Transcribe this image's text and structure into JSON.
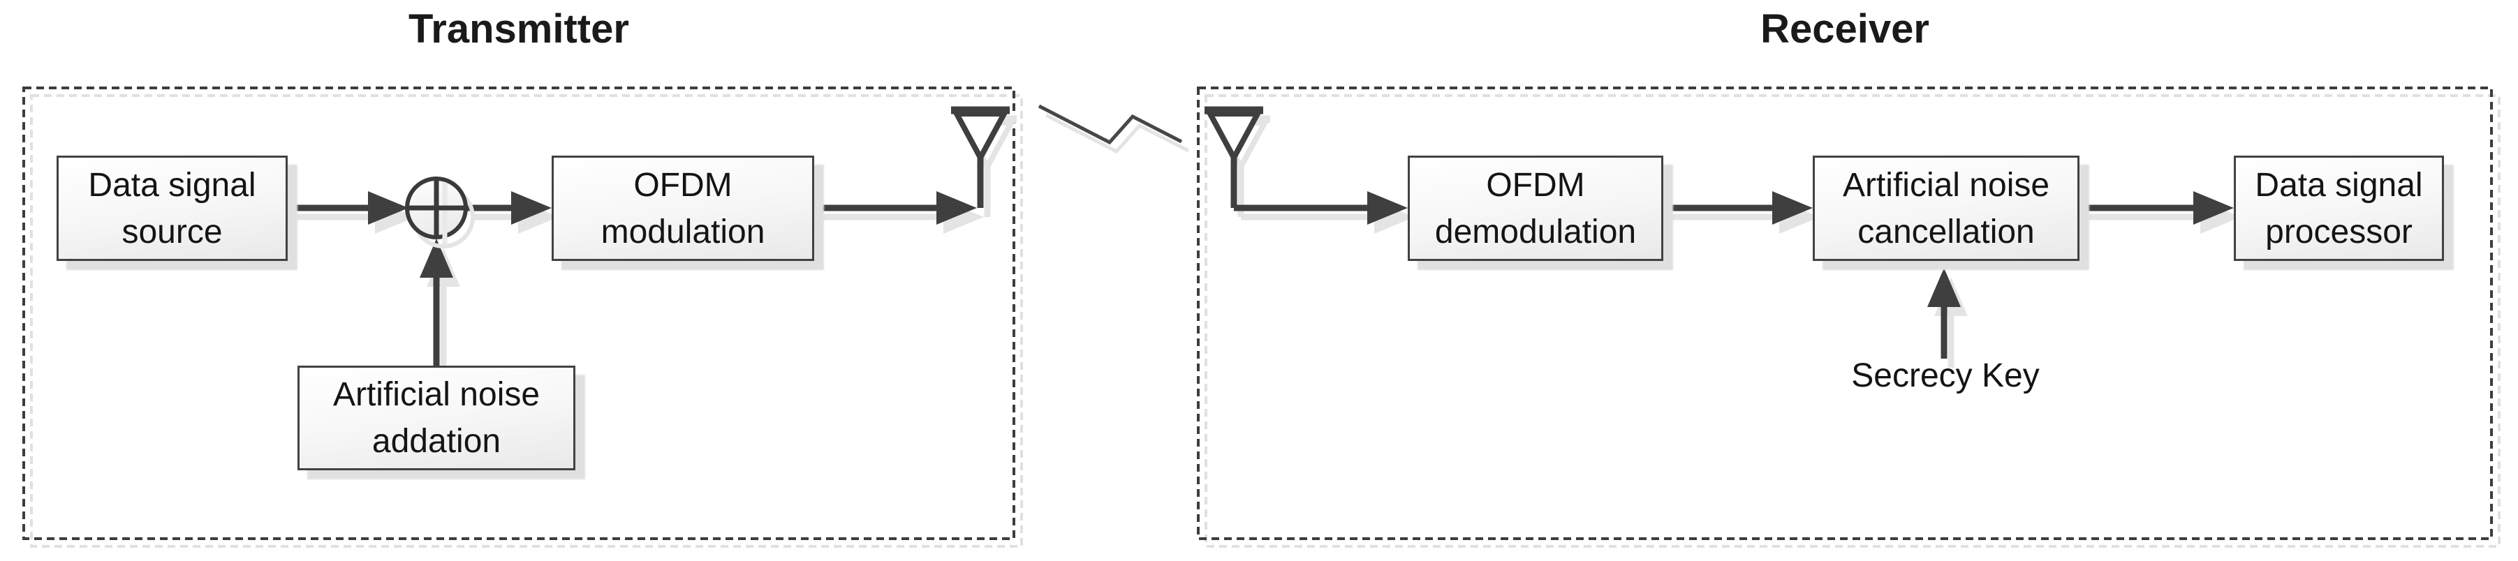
{
  "titles": {
    "transmitter": "Transmitter",
    "receiver": "Receiver"
  },
  "blocks": {
    "data_signal_source": {
      "line1": "Data signal",
      "line2": "source"
    },
    "ofdm_modulation": {
      "line1": "OFDM",
      "line2": "modulation"
    },
    "artificial_noise_addation": {
      "line1": "Artificial noise",
      "line2": "addation"
    },
    "ofdm_demodulation": {
      "line1": "OFDM",
      "line2": "demodulation"
    },
    "artificial_noise_cancellation": {
      "line1": "Artificial noise",
      "line2": "cancellation"
    },
    "data_signal_processor": {
      "line1": "Data signal",
      "line2": "processor"
    }
  },
  "labels": {
    "secrecy_key": "Secrecy Key"
  },
  "icons": {
    "antenna": "antenna-icon",
    "adder": "adder-plus-icon",
    "channel": "channel-break-icon"
  },
  "colors": {
    "line_dark": "#3f3f3f",
    "dash_dark": "#3d3d3d",
    "dash_shadow": "#e0e0e0",
    "arrow_shadow": "#e4e4e4",
    "box_border": "#424242",
    "box_shadow": "#e0e0e0",
    "text": "#141414"
  }
}
